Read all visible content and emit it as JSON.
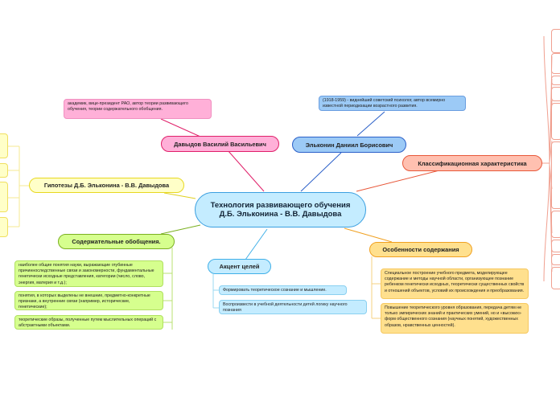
{
  "center": {
    "title": "Технология развивающего обучения Д.Б. Эльконина - В.В. Давыдова"
  },
  "davydov": {
    "title": "Давыдов Василий Васильевич",
    "note": "академик, вице-президент РАО, автор теории развивающего обучения, теории содержательного обобщения."
  },
  "elkonin": {
    "title": "Эльконин Даниил Борисович",
    "note": "(1918-1959) - виднейший советский психолог, автор всемирно известной периодизации возрастного развития."
  },
  "classification": {
    "title": "Классификационная характеристика"
  },
  "hypotheses": {
    "title": "Гипотезы Д.Б. Эльконина - В.В. Давыдова"
  },
  "generalizations": {
    "title": "Содержательные обобщения.",
    "items": [
      "наиболее общие понятия науки, выражающие глубинные причинноследственные связи и закономерности, фундаментальные генетически исходные представления, категории (число, слово, энергия, материя и т.д.);",
      "понятия, в которых выделены не внешние, предметно-конкретные признаки, а внутренние связи (например, исторические, генетические);",
      "теоретические образы, полученные путем мыслительных операций с абстрактными объектами."
    ]
  },
  "goals": {
    "title": "Акцент целей",
    "items": [
      "Формировать теоретическое сознание и мышление.",
      "Воспроизвести в учебной деятельности детей логику научного познания"
    ]
  },
  "content": {
    "title": "Особенности содержания",
    "items": [
      "Специальное построение учебного предмета, моделирующее содержание и методы научной области, организующее познание ребенком генетически исходных, теоретически существенных свойств и отношений объектов, условий их происхождения и преобразования.",
      "Повышение теоретического уровня образования, передача детям не только эмпирических знаний и практических умений, но и «высоких» форм общественного сознания (научных понятий, художественных образов, нравственных ценностей)."
    ]
  },
  "colors": {
    "center": "#c4ecff",
    "pink": "#ffb0d8",
    "blue": "#9ccaf6",
    "salmon": "#ffc0b0",
    "yellow": "#ffffc8",
    "green": "#d6ff8e",
    "cyan": "#c4ecff",
    "orange": "#ffe08e"
  }
}
